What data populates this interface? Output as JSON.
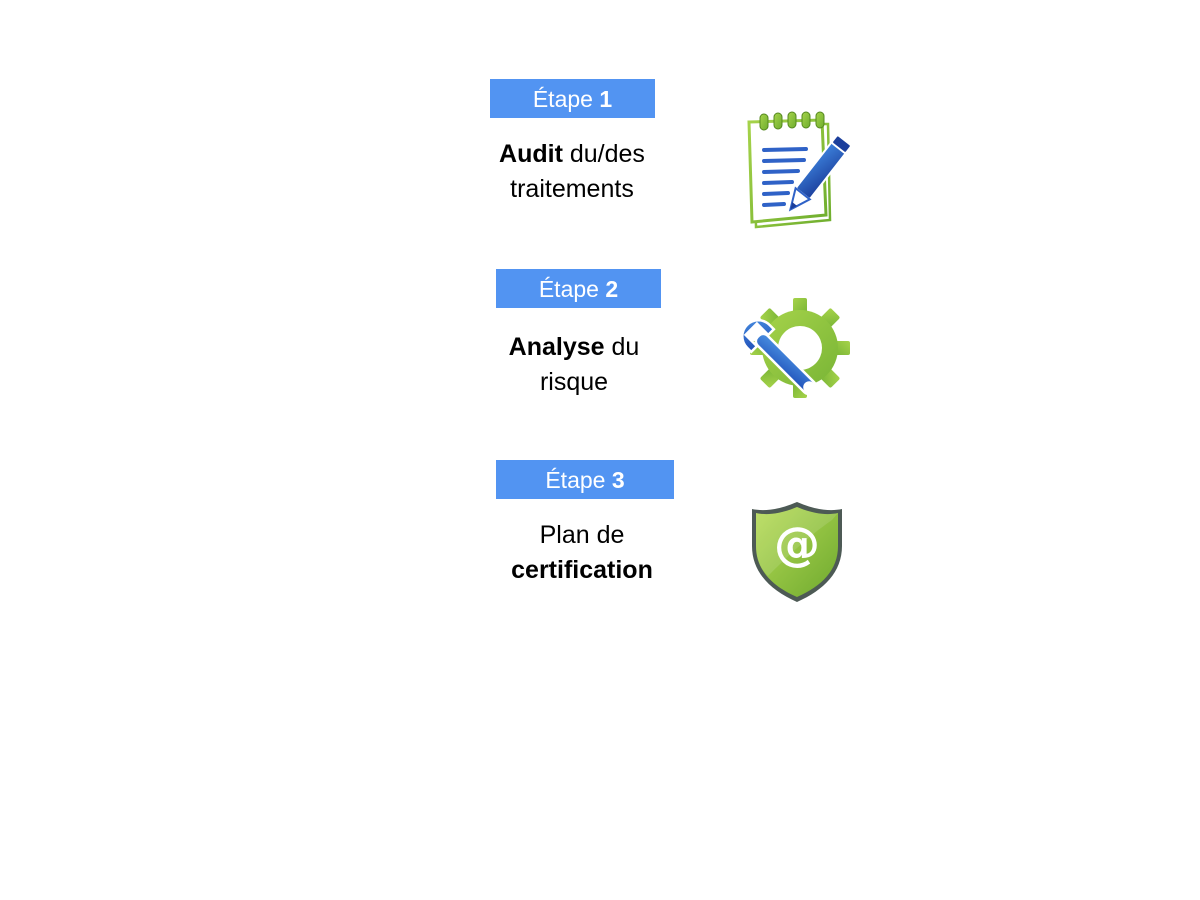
{
  "steps": [
    {
      "badge": {
        "word": "Étape",
        "number": "1"
      },
      "line1": {
        "bold": "Audit",
        "rest": " du/des"
      },
      "line2": {
        "text": "traitements"
      },
      "icon": "notepad-pencil-icon"
    },
    {
      "badge": {
        "word": "Étape",
        "number": "2"
      },
      "line1": {
        "bold": "Analyse",
        "rest": " du"
      },
      "line2": {
        "text": "risque"
      },
      "icon": "gear-wrench-icon"
    },
    {
      "badge": {
        "word": "Étape",
        "number": "3"
      },
      "line1": {
        "text": "Plan de"
      },
      "line2": {
        "bold": "certification"
      },
      "icon": "shield-at-icon"
    }
  ],
  "colors": {
    "badge": "#5294f2",
    "green": "#8cc63f",
    "blue": "#2f6fd1",
    "shield_border": "#4d5a55"
  }
}
